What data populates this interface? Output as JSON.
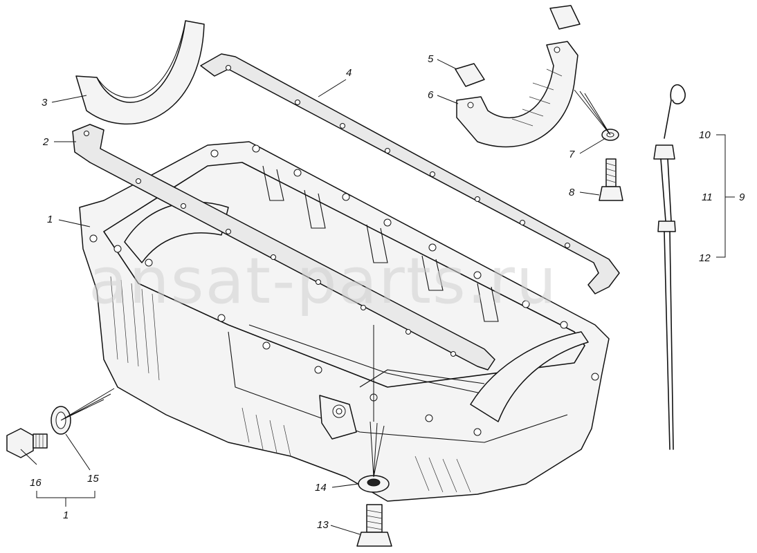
{
  "watermark": "ansat-parts.ru",
  "callouts": [
    {
      "id": "c1",
      "text": "1"
    },
    {
      "id": "c2",
      "text": "2"
    },
    {
      "id": "c3",
      "text": "3"
    },
    {
      "id": "c4",
      "text": "4"
    },
    {
      "id": "c5",
      "text": "5"
    },
    {
      "id": "c6",
      "text": "6"
    },
    {
      "id": "c7",
      "text": "7"
    },
    {
      "id": "c8",
      "text": "8"
    },
    {
      "id": "c9",
      "text": "9"
    },
    {
      "id": "c10",
      "text": "10"
    },
    {
      "id": "c11",
      "text": "11"
    },
    {
      "id": "c12",
      "text": "12"
    },
    {
      "id": "c13",
      "text": "13"
    },
    {
      "id": "c14",
      "text": "14"
    },
    {
      "id": "c15",
      "text": "15"
    },
    {
      "id": "c16",
      "text": "16"
    },
    {
      "id": "c1b",
      "text": "1"
    }
  ]
}
